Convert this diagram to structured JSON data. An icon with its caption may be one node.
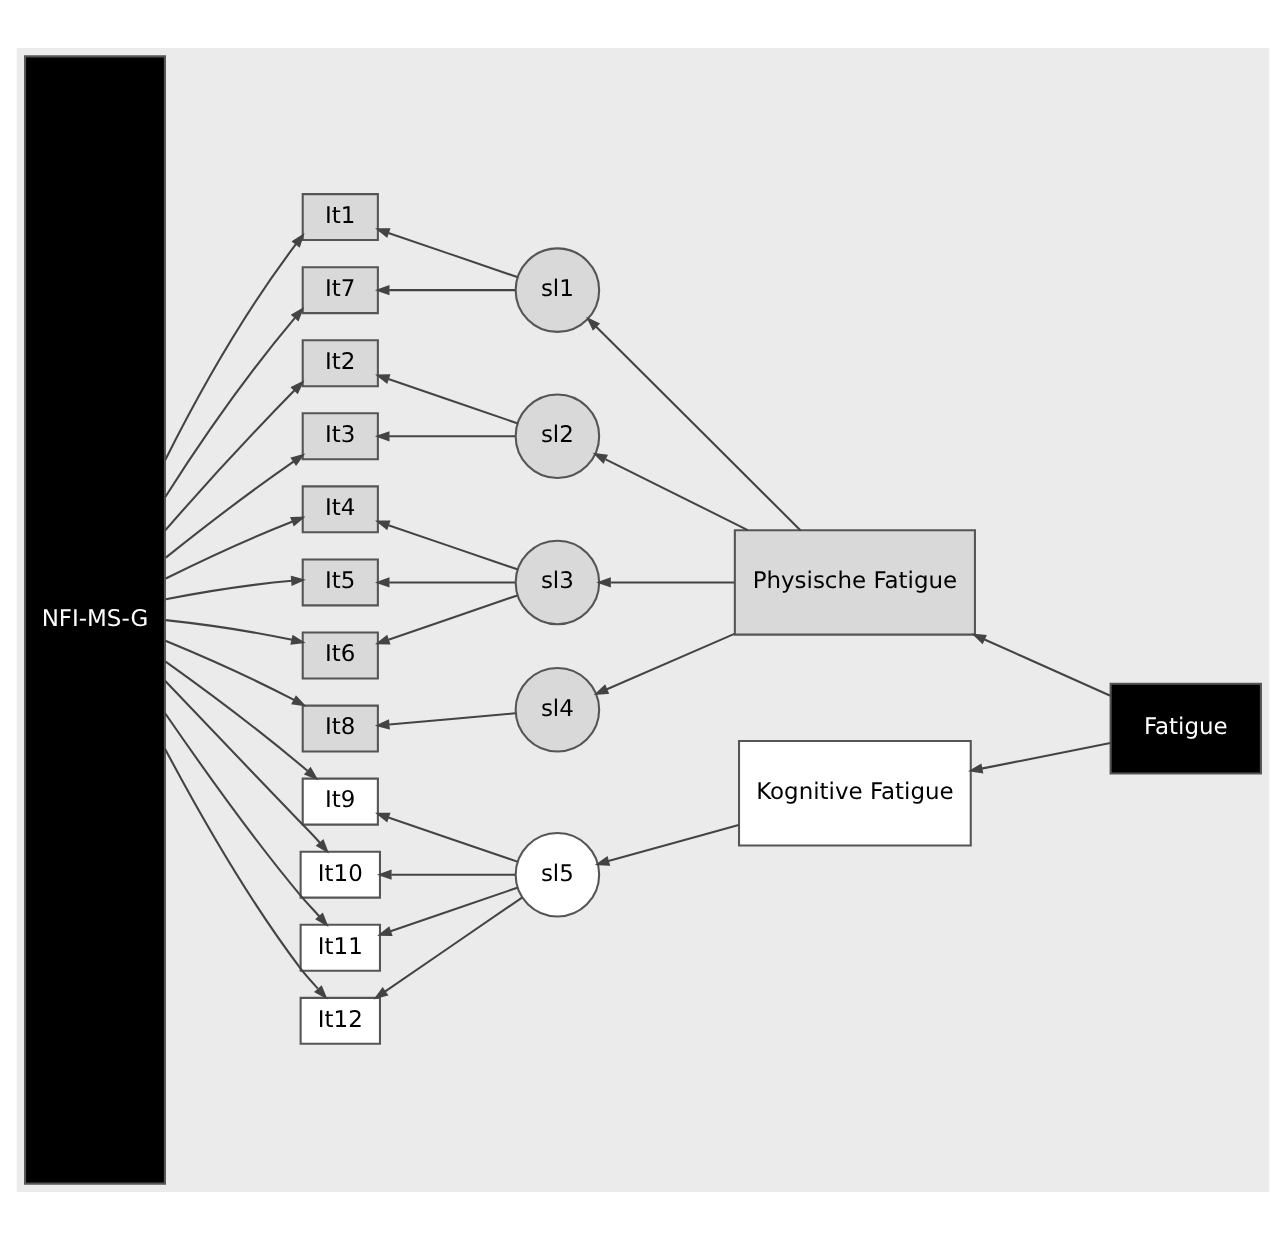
{
  "diagram": {
    "nodes": [
      {
        "text": [
          "NFI-MS-G"
        ]
      },
      {
        "text": [
          "It1"
        ]
      },
      {
        "text": [
          "It7"
        ]
      },
      {
        "text": [
          "It2"
        ]
      },
      {
        "text": [
          "It3"
        ]
      },
      {
        "text": [
          "It4"
        ]
      },
      {
        "text": [
          "It5"
        ]
      },
      {
        "text": [
          "It6"
        ]
      },
      {
        "text": [
          "It8"
        ]
      },
      {
        "text": [
          "It9"
        ]
      },
      {
        "text": [
          "It10"
        ]
      },
      {
        "text": [
          "It11"
        ]
      },
      {
        "text": [
          "It12"
        ]
      },
      {
        "text": [
          "sl1"
        ]
      },
      {
        "text": [
          "sl2"
        ]
      },
      {
        "text": [
          "sl3"
        ]
      },
      {
        "text": [
          "sl4"
        ]
      },
      {
        "text": [
          "sl5"
        ]
      },
      {
        "text": [
          "Physische Fatigue"
        ]
      },
      {
        "text": [
          "Fatigue"
        ]
      },
      {
        "text": [
          "Kognitive Fatigue"
        ]
      }
    ],
    "edges": [
      {
        "from": 0,
        "to": 1,
        "arrow": "to"
      },
      {
        "from": 0,
        "to": 2,
        "arrow": "to"
      },
      {
        "from": 0,
        "to": 3,
        "arrow": "to"
      },
      {
        "from": 0,
        "to": 4,
        "arrow": "to"
      },
      {
        "from": 0,
        "to": 5,
        "arrow": "to"
      },
      {
        "from": 0,
        "to": 6,
        "arrow": "to"
      },
      {
        "from": 0,
        "to": 7,
        "arrow": "to"
      },
      {
        "from": 0,
        "to": 8,
        "arrow": "to"
      },
      {
        "from": 0,
        "to": 9,
        "arrow": "to"
      },
      {
        "from": 0,
        "to": 10,
        "arrow": "to"
      },
      {
        "from": 0,
        "to": 11,
        "arrow": "to"
      },
      {
        "from": 0,
        "to": 12,
        "arrow": "to"
      },
      {
        "from": 13,
        "to": 1,
        "arrow": "to"
      },
      {
        "from": 13,
        "to": 2,
        "arrow": "to"
      },
      {
        "from": 14,
        "to": 3,
        "arrow": "to"
      },
      {
        "from": 14,
        "to": 4,
        "arrow": "to"
      },
      {
        "from": 15,
        "to": 5,
        "arrow": "to"
      },
      {
        "from": 15,
        "to": 6,
        "arrow": "to"
      },
      {
        "from": 15,
        "to": 7,
        "arrow": "to"
      },
      {
        "from": 16,
        "to": 8,
        "arrow": "to"
      },
      {
        "from": 17,
        "to": 9,
        "arrow": "to"
      },
      {
        "from": 17,
        "to": 10,
        "arrow": "to"
      },
      {
        "from": 17,
        "to": 11,
        "arrow": "to"
      },
      {
        "from": 17,
        "to": 12,
        "arrow": "to"
      },
      {
        "from": 18,
        "to": 13,
        "arrow": "to"
      },
      {
        "from": 18,
        "to": 14,
        "arrow": "to"
      },
      {
        "from": 18,
        "to": 15,
        "arrow": "to"
      },
      {
        "from": 18,
        "to": 16,
        "arrow": "to"
      },
      {
        "from": 20,
        "to": 17,
        "arrow": "to"
      },
      {
        "from": 19,
        "to": 18,
        "arrow": "to"
      },
      {
        "from": 19,
        "to": 20,
        "arrow": "to"
      }
    ]
  }
}
